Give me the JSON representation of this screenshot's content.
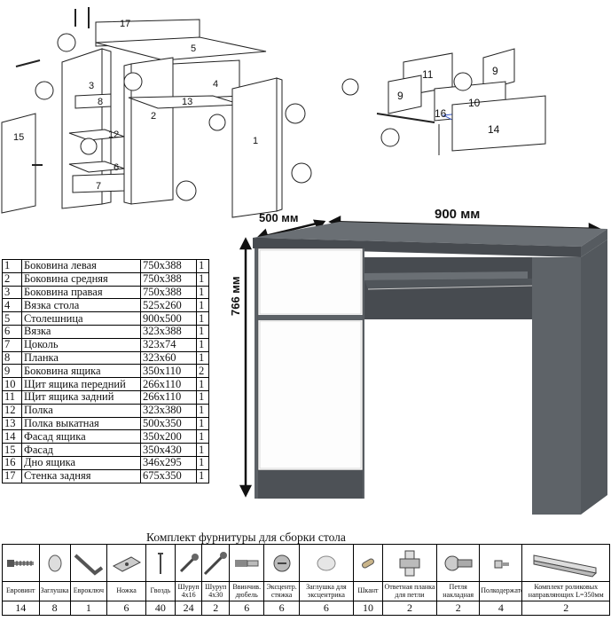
{
  "dimensions": {
    "width": "900 мм",
    "depth": "500 мм",
    "height": "766 мм"
  },
  "diagram_labels": {
    "left": [
      "17",
      "5",
      "3",
      "4",
      "8",
      "2",
      "13",
      "12",
      "15",
      "1",
      "6",
      "7"
    ],
    "right": [
      "11",
      "9",
      "9",
      "10",
      "16",
      "14"
    ]
  },
  "parts": [
    {
      "num": "1",
      "name": "Боковина левая",
      "size": "750x388",
      "qty": "1"
    },
    {
      "num": "2",
      "name": "Боковина средняя",
      "size": "750x388",
      "qty": "1"
    },
    {
      "num": "3",
      "name": "Боковина правая",
      "size": "750x388",
      "qty": "1"
    },
    {
      "num": "4",
      "name": "Вязка стола",
      "size": "525x260",
      "qty": "1"
    },
    {
      "num": "5",
      "name": "Столешница",
      "size": "900x500",
      "qty": "1"
    },
    {
      "num": "6",
      "name": "Вязка",
      "size": "323x388",
      "qty": "1"
    },
    {
      "num": "7",
      "name": "Цоколь",
      "size": "323x74",
      "qty": "1"
    },
    {
      "num": "8",
      "name": "Планка",
      "size": "323x60",
      "qty": "1"
    },
    {
      "num": "9",
      "name": "Боковина ящика",
      "size": "350x110",
      "qty": "2"
    },
    {
      "num": "10",
      "name": "Щит ящика передний",
      "size": "266x110",
      "qty": "1"
    },
    {
      "num": "11",
      "name": "Щит ящика задний",
      "size": "266x110",
      "qty": "1"
    },
    {
      "num": "12",
      "name": "Полка",
      "size": "323x380",
      "qty": "1"
    },
    {
      "num": "13",
      "name": "Полка выкатная",
      "size": "500x350",
      "qty": "1"
    },
    {
      "num": "14",
      "name": "Фасад ящика",
      "size": "350x200",
      "qty": "1"
    },
    {
      "num": "15",
      "name": "Фасад",
      "size": "350x430",
      "qty": "1"
    },
    {
      "num": "16",
      "name": "Дно ящика",
      "size": "346x295",
      "qty": "1"
    },
    {
      "num": "17",
      "name": "Стенка задняя",
      "size": "675x350",
      "qty": "1"
    }
  ],
  "kit": {
    "title": "Комплект фурнитуры для сборки стола",
    "items": [
      {
        "label": "Евровинт",
        "qty": "14",
        "icon": "eurovint-icon"
      },
      {
        "label": "Заглушка",
        "qty": "8",
        "icon": "cap-icon"
      },
      {
        "label": "Евроключ",
        "qty": "1",
        "icon": "hex-key-icon"
      },
      {
        "label": "Ножка",
        "qty": "6",
        "icon": "foot-icon"
      },
      {
        "label": "Гвоздь",
        "qty": "40",
        "icon": "nail-icon"
      },
      {
        "label": "Шуруп 4x16",
        "qty": "24",
        "icon": "screw-short-icon"
      },
      {
        "label": "Шуруп 4x30",
        "qty": "2",
        "icon": "screw-long-icon"
      },
      {
        "label": "Ввинчив. дюбель",
        "qty": "6",
        "icon": "dowel-screw-icon"
      },
      {
        "label": "Эксцентр. стяжка",
        "qty": "6",
        "icon": "cam-lock-icon"
      },
      {
        "label": "Заглушка для эксцентрика",
        "qty": "6",
        "icon": "cam-cap-icon"
      },
      {
        "label": "Шкант",
        "qty": "10",
        "icon": "dowel-icon"
      },
      {
        "label": "Ответная планка для петли",
        "qty": "2",
        "icon": "hinge-plate-icon"
      },
      {
        "label": "Петля накладная",
        "qty": "2",
        "icon": "hinge-icon"
      },
      {
        "label": "Полкодержатель",
        "qty": "4",
        "icon": "shelf-pin-icon"
      },
      {
        "label": "Комплект роликовых направляющих L=350мм",
        "qty": "2",
        "icon": "roller-rail-icon"
      }
    ]
  },
  "colors": {
    "body": "#5c6166",
    "body_dark": "#474b50",
    "facade": "#ffffff"
  }
}
